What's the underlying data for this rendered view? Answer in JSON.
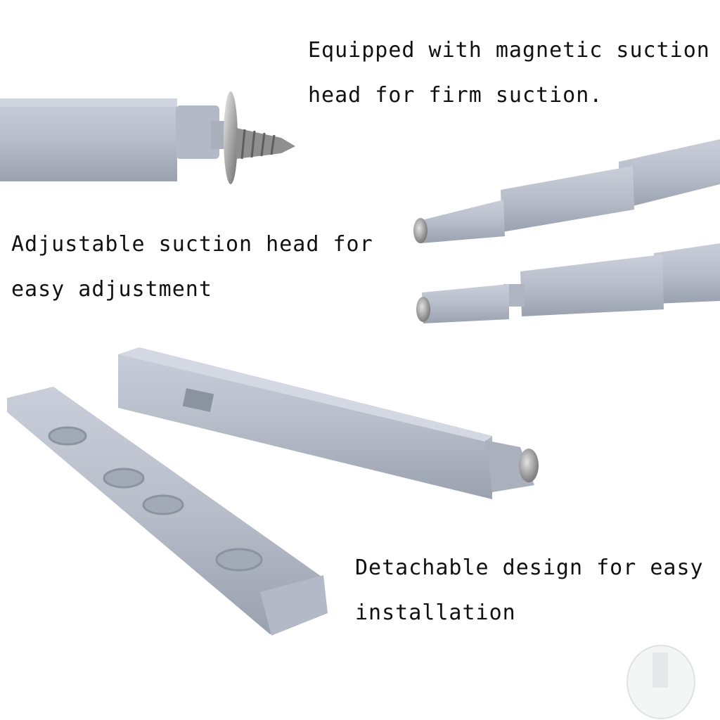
{
  "captions": {
    "magnetic_head": {
      "line1": "Equipped with magnetic suction",
      "line2": "head for firm suction."
    },
    "adjustable_head": {
      "line1": "Adjustable suction head for",
      "line2": "easy adjustment"
    },
    "detachable_design": {
      "line1": "Detachable design for easy",
      "line2": "installation"
    }
  },
  "colors": {
    "plastic": "#b9bfcb",
    "plastic_dark": "#9ea5b3",
    "metal": "#c9c9c9",
    "background": "#ffffff"
  }
}
